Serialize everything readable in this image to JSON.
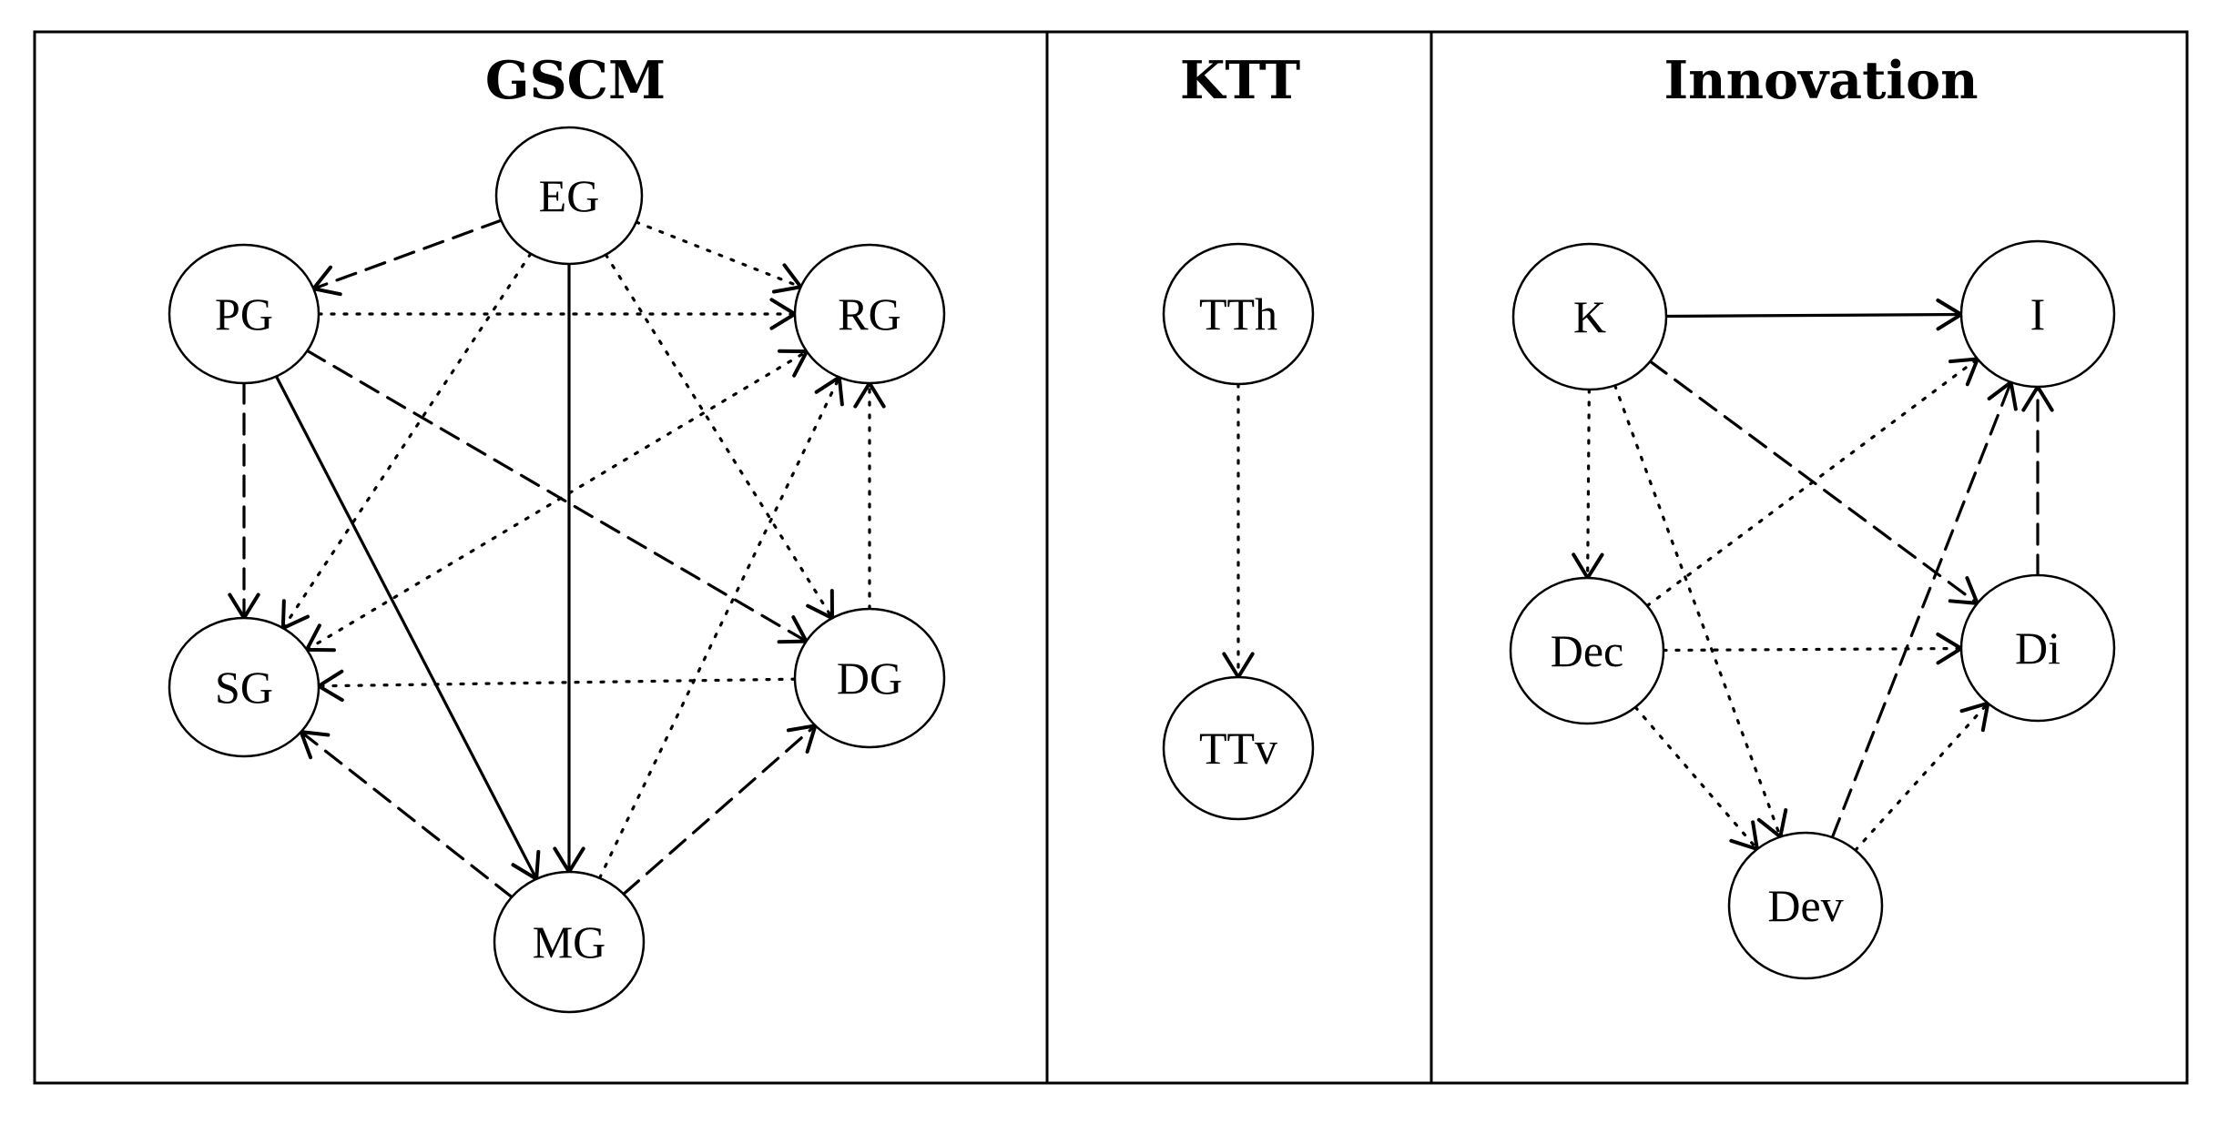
{
  "panels": [
    {
      "id": "gscm",
      "title": "GSCM",
      "nodes": [
        {
          "id": "EG",
          "label": "EG"
        },
        {
          "id": "PG",
          "label": "PG"
        },
        {
          "id": "RG",
          "label": "RG"
        },
        {
          "id": "SG",
          "label": "SG"
        },
        {
          "id": "DG",
          "label": "DG"
        },
        {
          "id": "MG",
          "label": "MG"
        }
      ],
      "edges": [
        {
          "from": "EG",
          "to": "PG",
          "style": "dashed"
        },
        {
          "from": "EG",
          "to": "RG",
          "style": "dotted"
        },
        {
          "from": "EG",
          "to": "MG",
          "style": "solid"
        },
        {
          "from": "EG",
          "to": "SG",
          "style": "dotted"
        },
        {
          "from": "EG",
          "to": "DG",
          "style": "dotted"
        },
        {
          "from": "PG",
          "to": "RG",
          "style": "dotted"
        },
        {
          "from": "PG",
          "to": "SG",
          "style": "dashed"
        },
        {
          "from": "PG",
          "to": "MG",
          "style": "solid"
        },
        {
          "from": "PG",
          "to": "DG",
          "style": "dashed"
        },
        {
          "from": "SG",
          "to": "RG",
          "style": "dotted",
          "bidirectional": true
        },
        {
          "from": "DG",
          "to": "SG",
          "style": "dotted"
        },
        {
          "from": "DG",
          "to": "RG",
          "style": "dotted"
        },
        {
          "from": "MG",
          "to": "SG",
          "style": "dashed"
        },
        {
          "from": "MG",
          "to": "DG",
          "style": "dashed"
        },
        {
          "from": "MG",
          "to": "RG",
          "style": "dotted"
        }
      ]
    },
    {
      "id": "ktt",
      "title": "KTT",
      "nodes": [
        {
          "id": "TTh",
          "label": "TTh"
        },
        {
          "id": "TTv",
          "label": "TTv"
        }
      ],
      "edges": [
        {
          "from": "TTh",
          "to": "TTv",
          "style": "dotted"
        }
      ]
    },
    {
      "id": "innovation",
      "title": "Innovation",
      "nodes": [
        {
          "id": "K",
          "label": "K"
        },
        {
          "id": "I",
          "label": "I"
        },
        {
          "id": "Dec",
          "label": "Dec"
        },
        {
          "id": "Di",
          "label": "Di"
        },
        {
          "id": "Dev",
          "label": "Dev"
        }
      ],
      "edges": [
        {
          "from": "K",
          "to": "I",
          "style": "solid"
        },
        {
          "from": "K",
          "to": "Di",
          "style": "dashed"
        },
        {
          "from": "K",
          "to": "Dec",
          "style": "dotted"
        },
        {
          "from": "K",
          "to": "Dev",
          "style": "dotted"
        },
        {
          "from": "Dec",
          "to": "I",
          "style": "dotted"
        },
        {
          "from": "Dec",
          "to": "Di",
          "style": "dotted"
        },
        {
          "from": "Dec",
          "to": "Dev",
          "style": "dotted"
        },
        {
          "from": "Dev",
          "to": "I",
          "style": "dashed"
        },
        {
          "from": "Dev",
          "to": "Di",
          "style": "dotted"
        },
        {
          "from": "Di",
          "to": "I",
          "style": "dashed"
        }
      ]
    }
  ]
}
